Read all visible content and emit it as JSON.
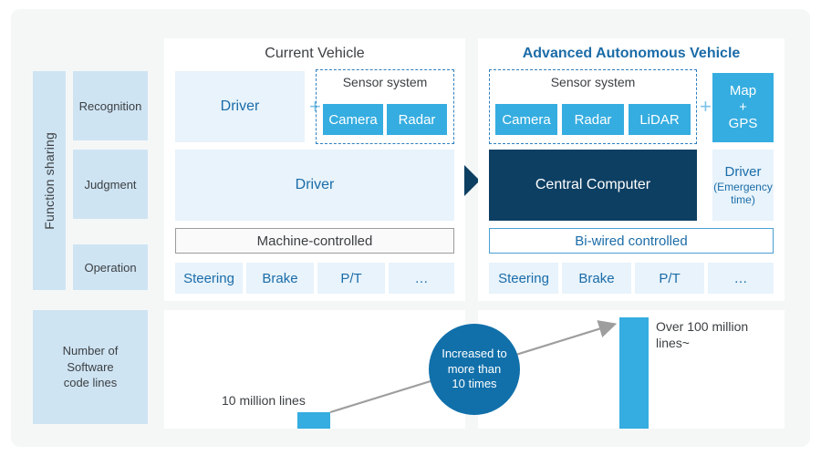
{
  "sidebar": {
    "function_sharing_label": "Function sharing",
    "rows": [
      {
        "label": "Recognition"
      },
      {
        "label": "Judgment"
      },
      {
        "label": "Operation"
      }
    ],
    "software_lines_label": "Number of\nSoftware\ncode lines",
    "software_lines_l1": "Number of",
    "software_lines_l2": "Software",
    "software_lines_l3": "code lines"
  },
  "current_vehicle": {
    "title": "Current Vehicle",
    "driver_recognition": "Driver",
    "plus_symbol": "+",
    "sensor_system_title": "Sensor system",
    "sensors": [
      "Camera",
      "Radar"
    ],
    "driver_judgment": "Driver",
    "control_bar": "Machine-controlled",
    "actuators": [
      "Steering",
      "Brake",
      "P/T",
      "…"
    ]
  },
  "advanced_vehicle": {
    "title": "Advanced Autonomous Vehicle",
    "sensor_system_title": "Sensor system",
    "sensors": [
      "Camera",
      "Radar",
      "LiDAR"
    ],
    "plus_symbol": "+",
    "map_gps_l1": "Map",
    "map_gps_l2": "+",
    "map_gps_l3": "GPS",
    "central_computer": "Central Computer",
    "driver_emergency_l1": "Driver",
    "driver_emergency_l2": "(Emergency",
    "driver_emergency_l3": "time)",
    "control_bar": "Bi-wired controlled",
    "actuators": [
      "Steering",
      "Brake",
      "P/T",
      "…"
    ]
  },
  "chart_data": {
    "type": "bar",
    "title": "Number of Software code lines",
    "categories": [
      "Current Vehicle",
      "Advanced Autonomous Vehicle"
    ],
    "values": [
      10,
      100
    ],
    "value_unit": "million lines",
    "labels": [
      "10 million lines",
      "Over 100 million lines~"
    ],
    "annotation": "Increased to more than 10 times",
    "annotation_l1": "Increased to",
    "annotation_l2": "more than",
    "annotation_l3": "10 times",
    "xlabel": "",
    "ylabel": "",
    "grid": false,
    "legend": "none"
  },
  "colors": {
    "accent_cyan": "#35ade0",
    "accent_navy": "#0d3f63",
    "accent_blue": "#1b6ca8",
    "pale_blue": "#e8f3fb",
    "label_blue": "#cfe4f3",
    "circle_blue": "#1170aa",
    "arrow_gray": "#9e9e9e"
  }
}
